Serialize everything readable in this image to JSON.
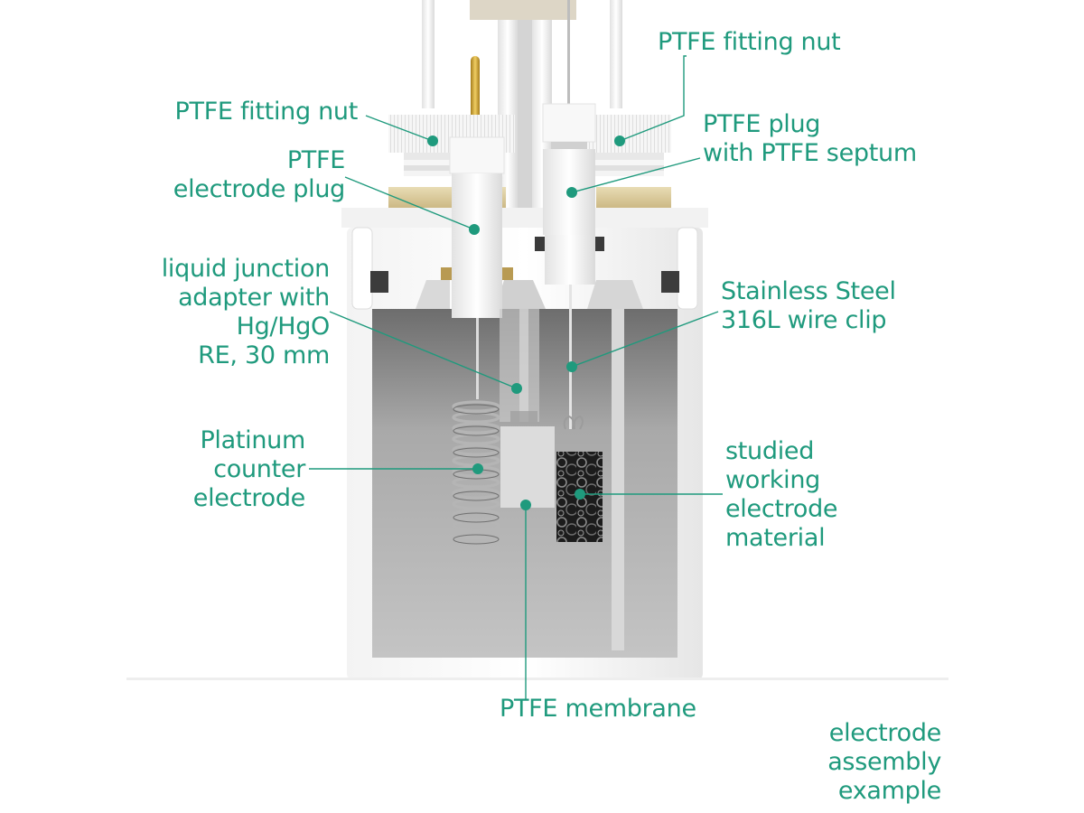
{
  "diagram": {
    "subject": "Electrochemical cell cross-section",
    "caption": "electrode\nassembly\nexample",
    "accent_color": "#1f9a7d",
    "labels": [
      {
        "id": "fitting-nut-left",
        "text": "PTFE fitting nut"
      },
      {
        "id": "electrode-plug",
        "text": "PTFE\nelectrode plug"
      },
      {
        "id": "liquid-junction",
        "text": "liquid junction\nadapter with\nHg/HgO\nRE, 30 mm"
      },
      {
        "id": "platinum-counter",
        "text": "Platinum\ncounter\nelectrode"
      },
      {
        "id": "fitting-nut-right",
        "text": "PTFE fitting nut"
      },
      {
        "id": "plug-septum",
        "text": "PTFE plug\nwith PTFE septum"
      },
      {
        "id": "wire-clip",
        "text": "Stainless Steel\n316L wire clip"
      },
      {
        "id": "working-electrode",
        "text": "studied\nworking\nelectrode\nmaterial"
      },
      {
        "id": "membrane",
        "text": "PTFE membrane"
      }
    ]
  }
}
